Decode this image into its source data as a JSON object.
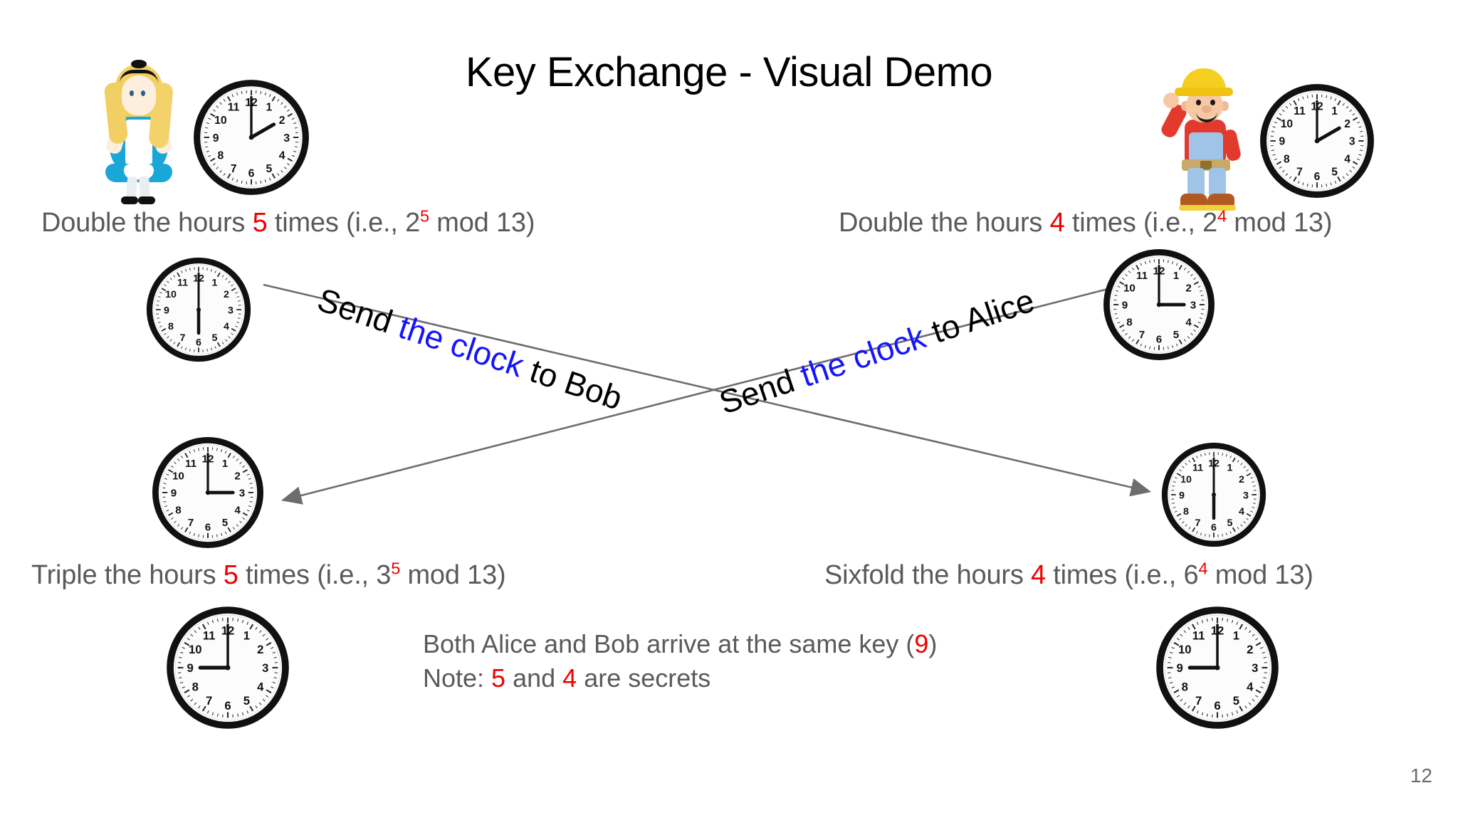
{
  "slide": {
    "title": "Key Exchange - Visual Demo",
    "page_number": "12",
    "background_color": "#ffffff",
    "accent_red": "#ee0000",
    "accent_blue": "#1414ff",
    "body_gray": "#5a5a5a"
  },
  "alice": {
    "character_name": "Alice",
    "start_clock_time": "2:00",
    "step_caption": {
      "prefix": "Double the hours ",
      "secret": "5",
      "middle": " times (i.e., 2",
      "exponent": "5",
      "suffix": " mod 13)"
    },
    "public_clock_time": "6:00",
    "send_label": {
      "before": "Send ",
      "highlight": "the clock",
      "after": " to Bob"
    },
    "received_clock_time": "3:00",
    "final_caption": {
      "prefix": "Triple the hours ",
      "secret": "5",
      "middle": " times (i.e., 3",
      "exponent": "5",
      "suffix": " mod 13)"
    },
    "key_clock_time": "9:00"
  },
  "bob": {
    "character_name": "Bob",
    "start_clock_time": "2:00",
    "step_caption": {
      "prefix": "Double the hours ",
      "secret": "4",
      "middle": " times (i.e., 2",
      "exponent": "4",
      "suffix": " mod 13)"
    },
    "public_clock_time": "3:00",
    "send_label": {
      "before": "Send ",
      "highlight": "the clock",
      "after": " to Alice"
    },
    "received_clock_time": "6:00",
    "final_caption": {
      "prefix": "Sixfold the hours ",
      "secret": "4",
      "middle": " times (i.e., 6",
      "exponent": "4",
      "suffix": " mod 13)"
    },
    "key_clock_time": "9:00"
  },
  "conclusion": {
    "line1_prefix": "Both Alice and Bob arrive at the same key (",
    "line1_key": "9",
    "line1_suffix": ")",
    "line2_prefix": "Note: ",
    "line2_secret_a": "5",
    "line2_middle": " and ",
    "line2_secret_b": "4",
    "line2_suffix": " are secrets"
  }
}
